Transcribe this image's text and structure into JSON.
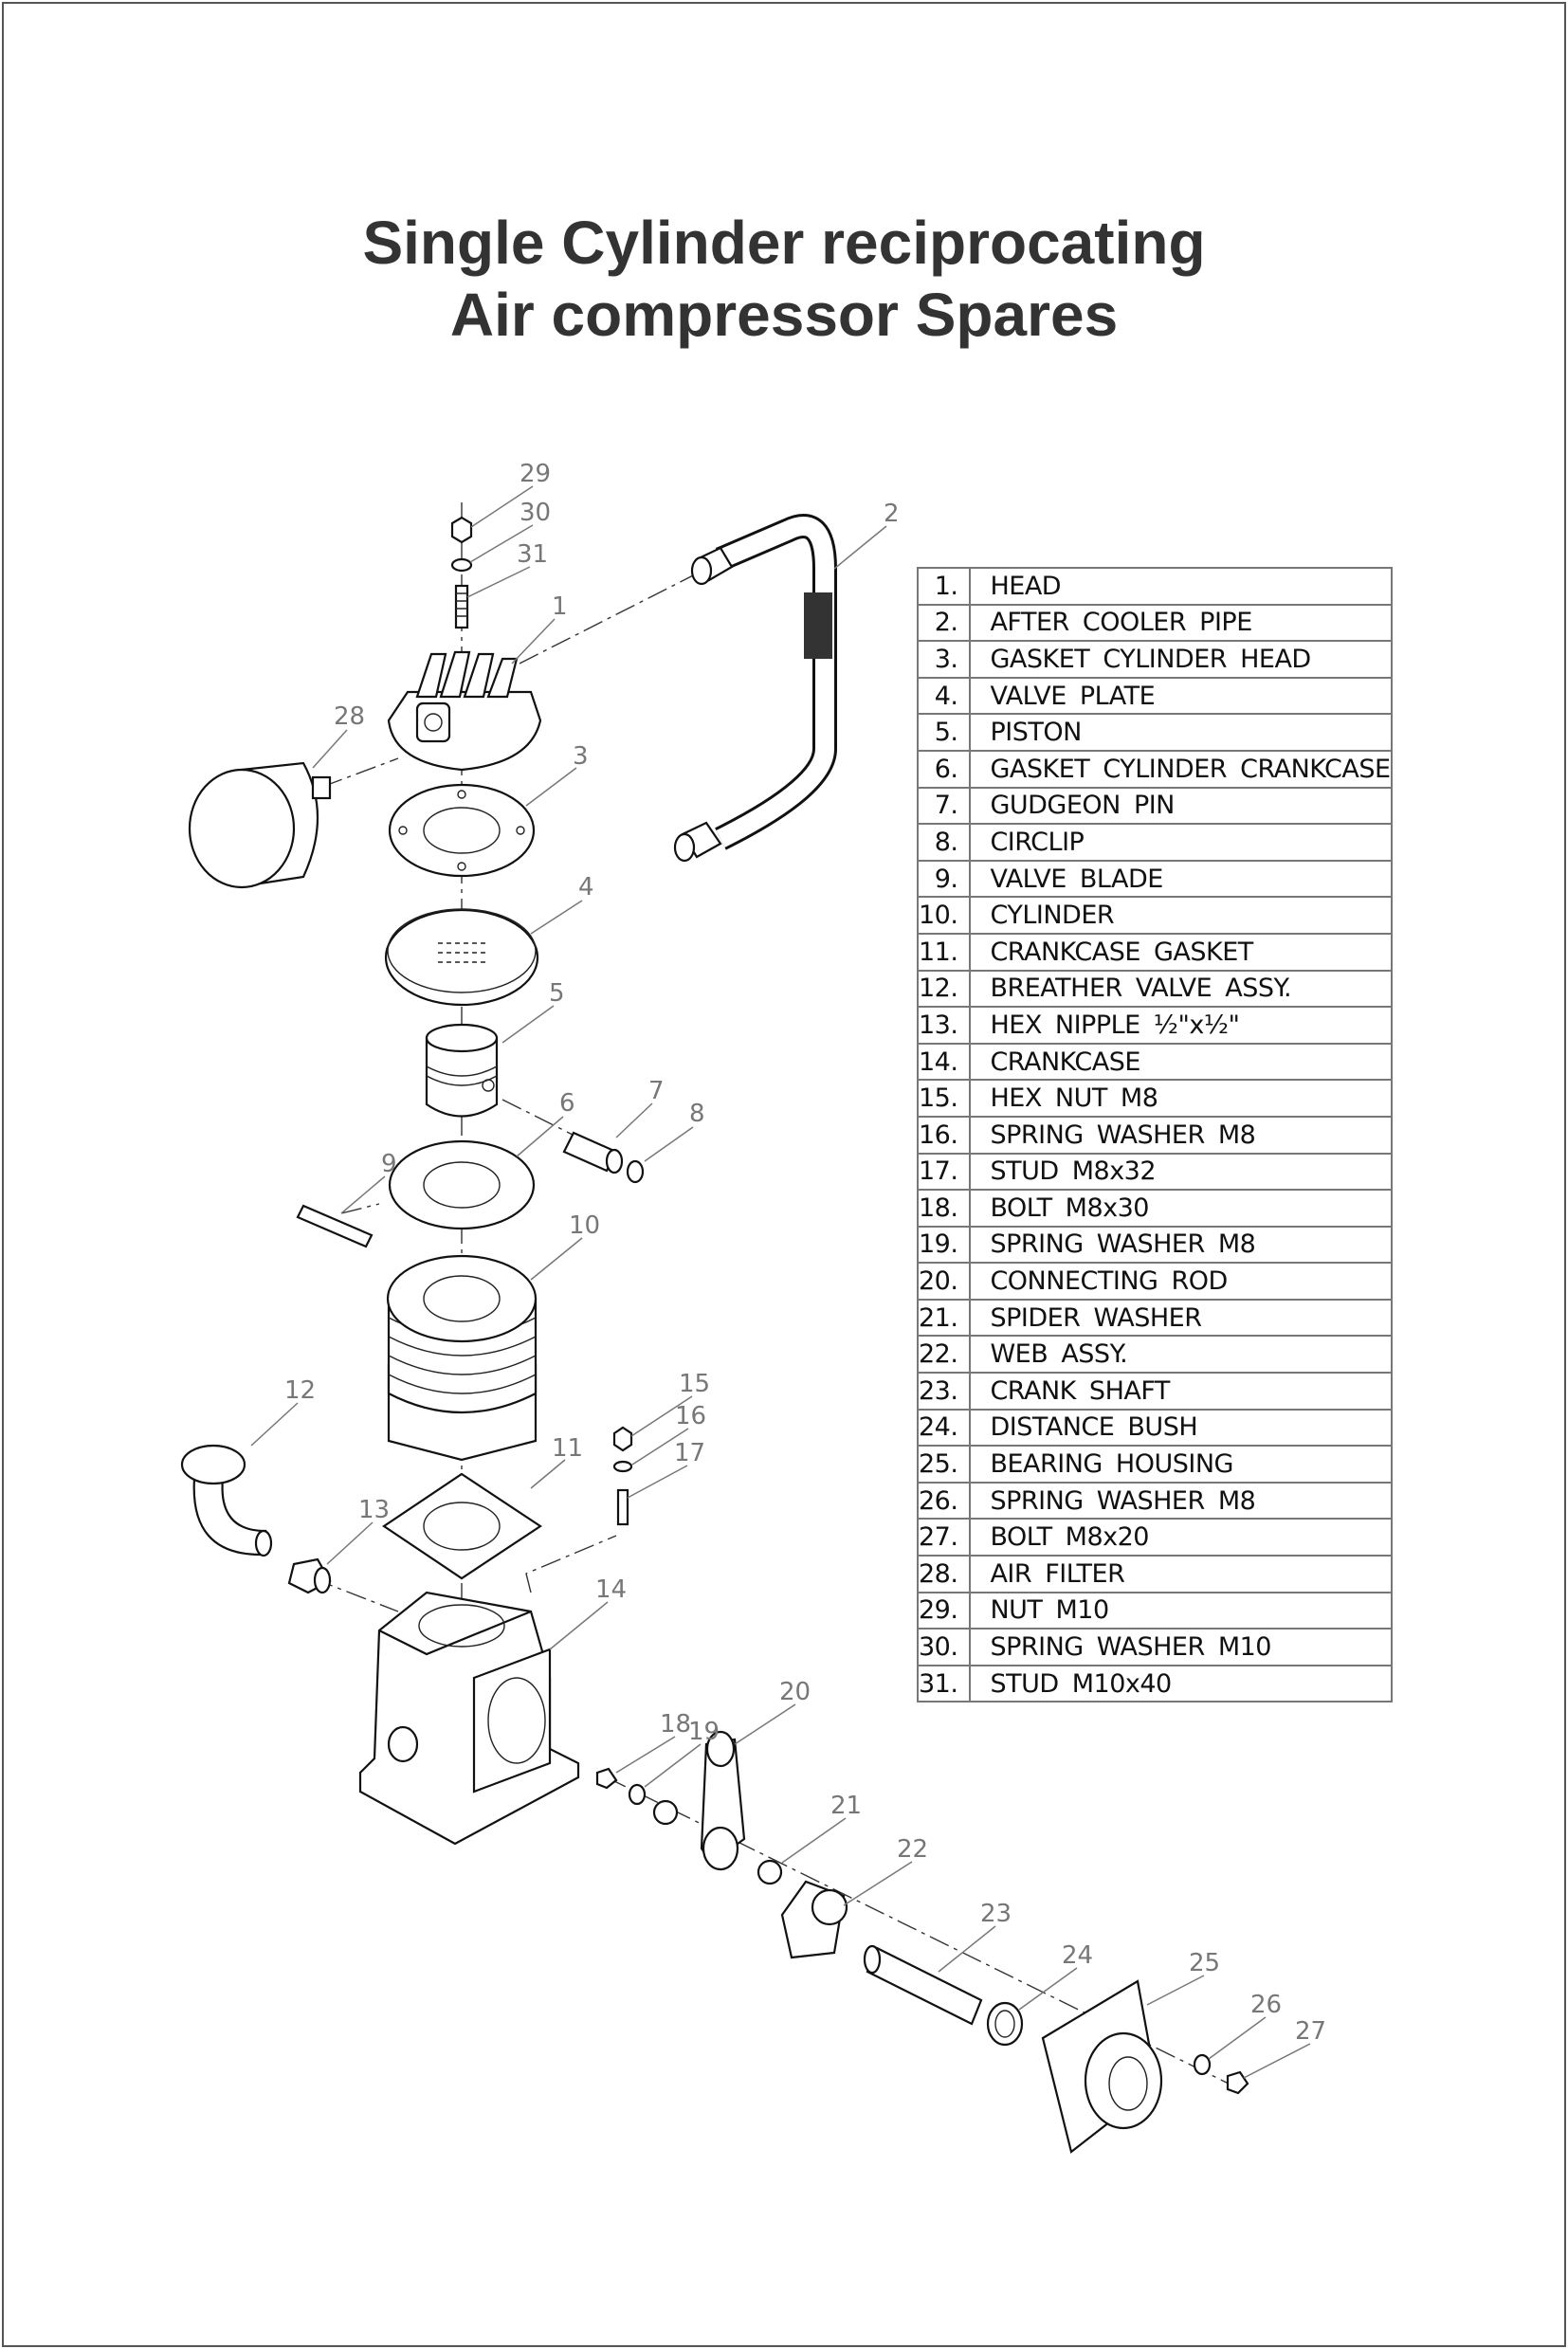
{
  "title": {
    "line1": "Single Cylinder reciprocating",
    "line2": "Air compressor Spares"
  },
  "parts": [
    {
      "no": "1.",
      "name": "HEAD"
    },
    {
      "no": "2.",
      "name": "AFTER COOLER PIPE"
    },
    {
      "no": "3.",
      "name": "GASKET CYLINDER HEAD"
    },
    {
      "no": "4.",
      "name": "VALVE PLATE"
    },
    {
      "no": "5.",
      "name": "PISTON"
    },
    {
      "no": "6.",
      "name": "GASKET CYLINDER CRANKCASE"
    },
    {
      "no": "7.",
      "name": "GUDGEON PIN"
    },
    {
      "no": "8.",
      "name": "CIRCLIP"
    },
    {
      "no": "9.",
      "name": "VALVE BLADE"
    },
    {
      "no": "10.",
      "name": "CYLINDER"
    },
    {
      "no": "11.",
      "name": "CRANKCASE GASKET"
    },
    {
      "no": "12.",
      "name": "BREATHER VALVE ASSY."
    },
    {
      "no": "13.",
      "name": "HEX NIPPLE ½\"x½\""
    },
    {
      "no": "14.",
      "name": "CRANKCASE"
    },
    {
      "no": "15.",
      "name": "HEX NUT M8"
    },
    {
      "no": "16.",
      "name": "SPRING WASHER M8"
    },
    {
      "no": "17.",
      "name": "STUD M8x32"
    },
    {
      "no": "18.",
      "name": "BOLT M8x30"
    },
    {
      "no": "19.",
      "name": "SPRING WASHER M8"
    },
    {
      "no": "20.",
      "name": "CONNECTING ROD"
    },
    {
      "no": "21.",
      "name": "SPIDER WASHER"
    },
    {
      "no": "22.",
      "name": "WEB ASSY."
    },
    {
      "no": "23.",
      "name": "CRANK SHAFT"
    },
    {
      "no": "24.",
      "name": "DISTANCE BUSH"
    },
    {
      "no": "25.",
      "name": "BEARING HOUSING"
    },
    {
      "no": "26.",
      "name": "SPRING WASHER M8"
    },
    {
      "no": "27.",
      "name": "BOLT M8x20"
    },
    {
      "no": "28.",
      "name": "AIR FILTER"
    },
    {
      "no": "29.",
      "name": "NUT M10"
    },
    {
      "no": "30.",
      "name": "SPRING WASHER M10"
    },
    {
      "no": "31.",
      "name": "STUD M10x40"
    }
  ],
  "callouts": [
    "1",
    "2",
    "3",
    "4",
    "5",
    "6",
    "7",
    "8",
    "9",
    "10",
    "11",
    "12",
    "13",
    "14",
    "15",
    "16",
    "17",
    "18",
    "19",
    "20",
    "21",
    "22",
    "23",
    "24",
    "25",
    "26",
    "27",
    "28",
    "29",
    "30",
    "31"
  ]
}
